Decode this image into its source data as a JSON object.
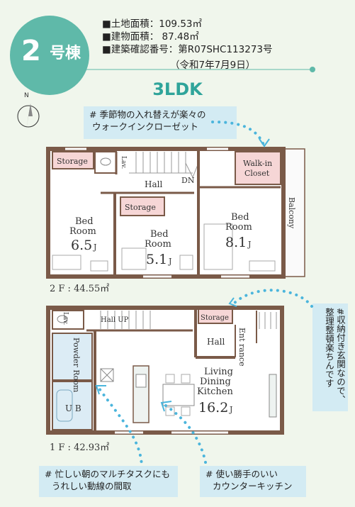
{
  "badge": {
    "number": "2",
    "suffix": "号棟"
  },
  "specs": {
    "land_area": "■土地面積：109.53㎡",
    "building_area": "■建物面積：  87.48㎡",
    "certification": "■建築確認番号：第R07SHC113273号",
    "certification_date": "（令和7年7月9日）"
  },
  "layout_type": "3LDK",
  "compass": {
    "north_label": "N"
  },
  "notes": {
    "walkin_note": [
      "# 季節物の入れ替えが楽々の",
      "ウォークインクローゼット"
    ],
    "entrance_note": [
      "#収納付き玄関なので、",
      "整理整頓楽ちんです"
    ],
    "multitask_note": [
      "# 忙しい朝のマルチタスクにも",
      "うれしい動線の間取"
    ],
    "counter_note": [
      "# 使い勝手のいい",
      "カウンターキッチン"
    ]
  },
  "floor2": {
    "area_label": "2 F : 44.55㎡",
    "rooms": {
      "storage_1": "Storage",
      "lav": "Lav.",
      "hall": "Hall",
      "dn": "DN",
      "walkin_line1": "Walk-in",
      "walkin_line2": "Closet",
      "balcony": "Balcony",
      "storage_2": "Storage",
      "bed1_line1": "Bed",
      "bed1_line2": "Room",
      "bed1_size": "6.5",
      "bed1_unit": "J",
      "bed2_line1": "Bed",
      "bed2_line2": "Room",
      "bed2_size": "5.1",
      "bed2_unit": "J",
      "bed3_line1": "Bed",
      "bed3_line2": "Room",
      "bed3_size": "8.1",
      "bed3_unit": "J"
    }
  },
  "floor1": {
    "area_label": "1 F : 42.93㎡",
    "rooms": {
      "lav": "Lav.",
      "hall_up": "Hall UP",
      "storage": "Storage",
      "entrance": "Ent rance",
      "hall": "Hall",
      "powder_room": "Powder Room",
      "ub": "U B",
      "ldk_line1": "Living",
      "ldk_line2": "Dining",
      "ldk_line3": "Kitchen",
      "ldk_size": "16.2",
      "ldk_unit": "J"
    }
  },
  "colors": {
    "badge": "#5fb9a9",
    "title": "#2fa49a",
    "wall": "#7a5a48",
    "storage_fill": "#f6d6d6",
    "wet_fill": "#dcecf5",
    "dots": "#4bb5dc",
    "note_bg": "#d3ebf3"
  }
}
